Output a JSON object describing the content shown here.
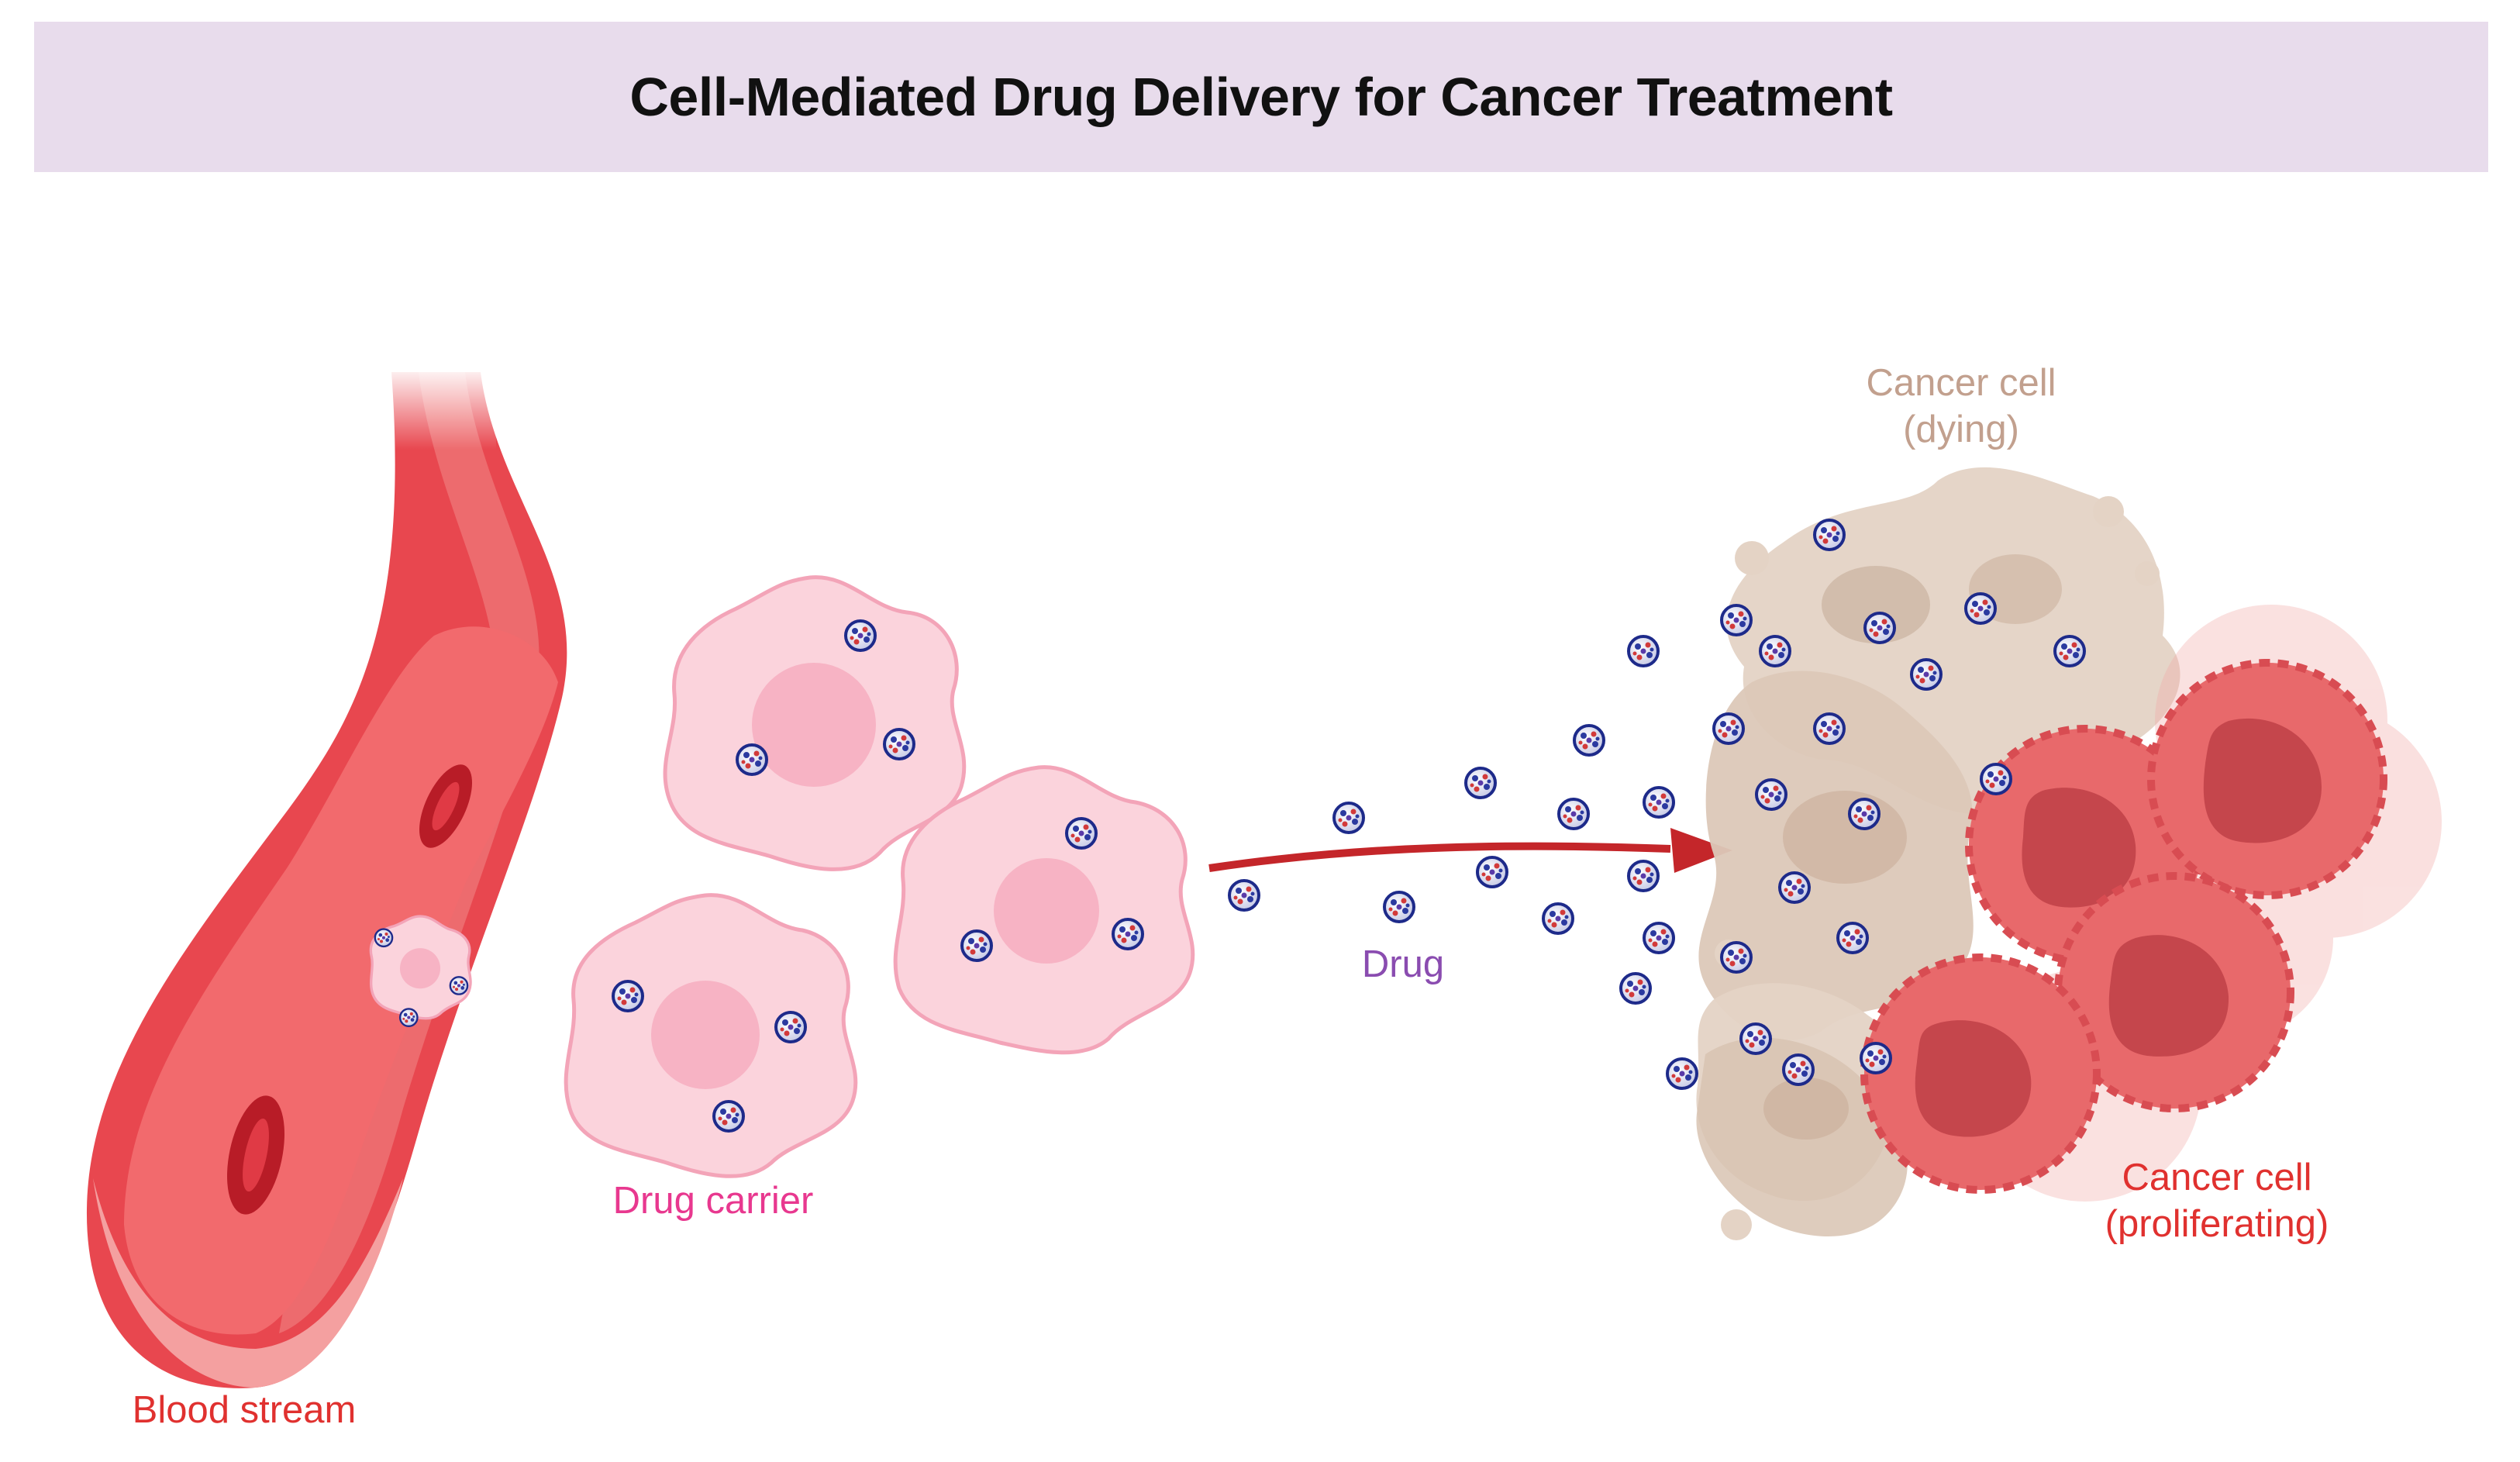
{
  "title": "Cell-Mediated Drug Delivery for Cancer Treatment",
  "labels": {
    "blood_stream": "Blood stream",
    "drug_carrier": "Drug carrier",
    "drug": "Drug",
    "dying_line1": "Cancer cell",
    "dying_line2": "(dying)",
    "prolif_line1": "Cancer cell",
    "prolif_line2": "(proliferating)"
  },
  "colors": {
    "banner_bg": "#e8dcec",
    "blood_label": "#e0312f",
    "carrier_label": "#e8388f",
    "drug_label": "#8a4cb0",
    "dying_label": "#c2a08e",
    "prolif_label": "#e0312f",
    "arrow": "#c4262a"
  }
}
